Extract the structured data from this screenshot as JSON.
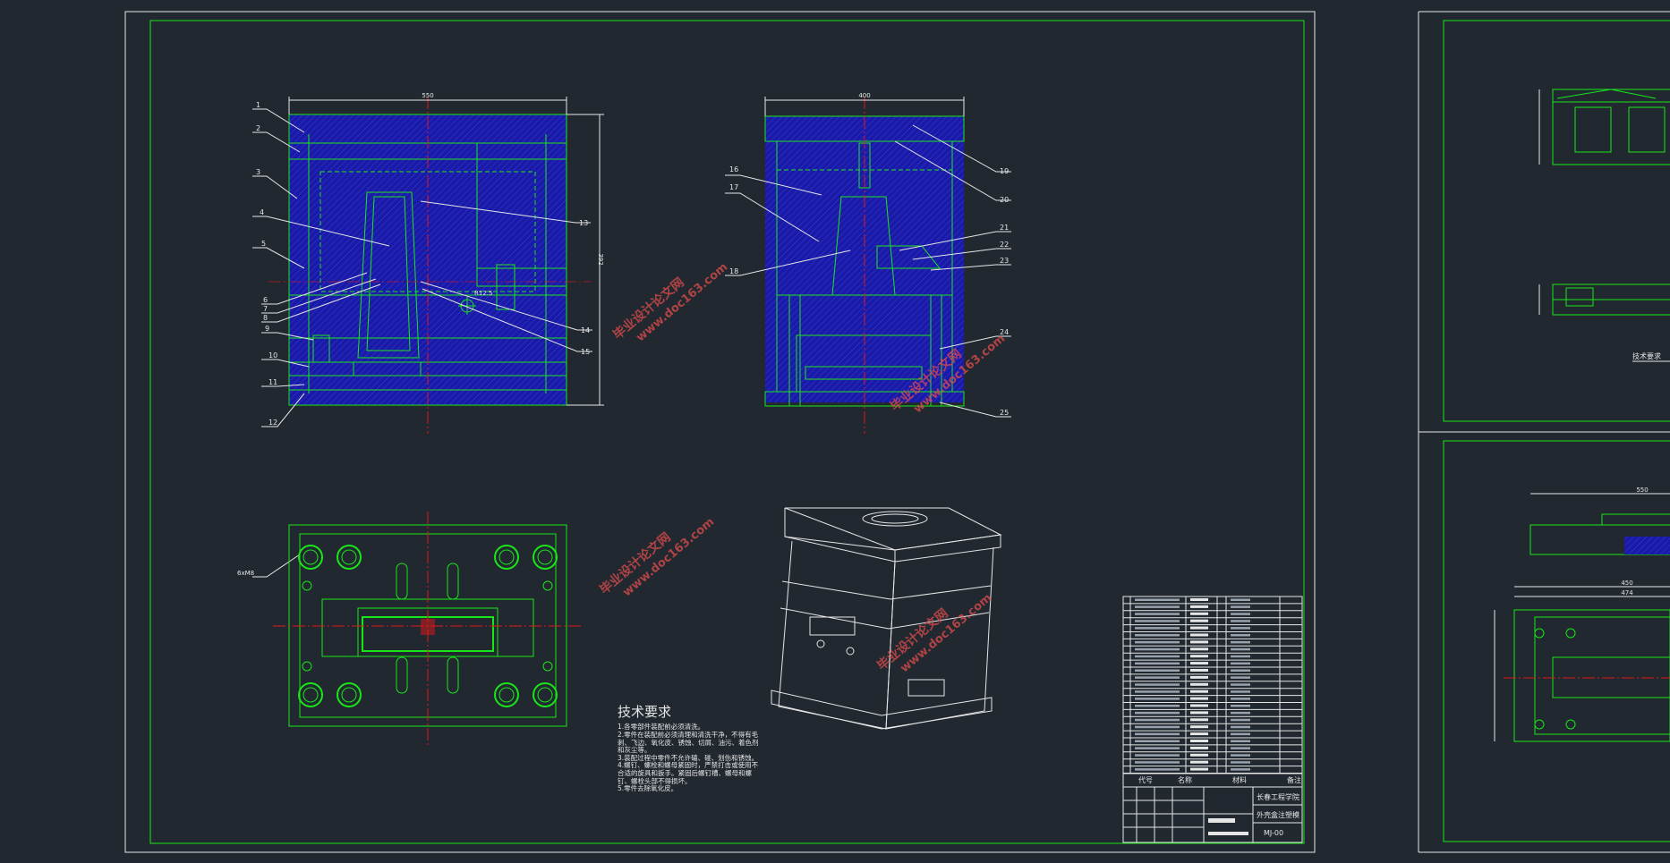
{
  "drawing": {
    "title_block": {
      "school": "长春工程学院",
      "part_name": "外壳盒注塑模",
      "drawing_no": "MJ-00",
      "column_headers": [
        "代号",
        "名称",
        "材料",
        "备注"
      ]
    },
    "part_numbers": [
      "1",
      "2",
      "3",
      "4",
      "5",
      "6",
      "7",
      "8",
      "9",
      "10",
      "11",
      "12",
      "13",
      "14",
      "15",
      "16",
      "17",
      "18",
      "19",
      "20",
      "21",
      "22",
      "23",
      "24",
      "25"
    ],
    "dimensions": {
      "front_width": "550",
      "side_width": "400",
      "height": "392",
      "radius": "R12.5",
      "hole": "6xM8",
      "r_view_550": "550",
      "r_view_450": "450",
      "r_view_474": "474"
    },
    "technical_requirements": {
      "heading": "技术要求",
      "items": [
        "1.各零部件装配前必须清洗。",
        "2.零件在装配前必须清理和清洗干净，不得有毛刺、飞边、氧化皮、锈蚀、切屑、油污、着色剂和灰尘等。",
        "3.装配过程中零件不允许磕、碰、划伤和锈蚀。",
        "4.螺钉、螺栓和螺母紧固时，严禁打击或使用不合适的旋具和扳手。紧固后螺钉槽、螺母和螺钉、螺栓头部不得损坏。",
        "5.零件去除氧化皮。"
      ]
    },
    "right_sheet_note": "技术要求",
    "watermark": {
      "line1": "毕业设计论文网",
      "line2": "www.doc163.com"
    },
    "colors": {
      "background": "#212830",
      "outline": "#19e619",
      "section_fill": "#1a1aa8",
      "center_line": "#e01818",
      "leader": "#e6e6e6",
      "watermark": "#e04c4c"
    }
  }
}
